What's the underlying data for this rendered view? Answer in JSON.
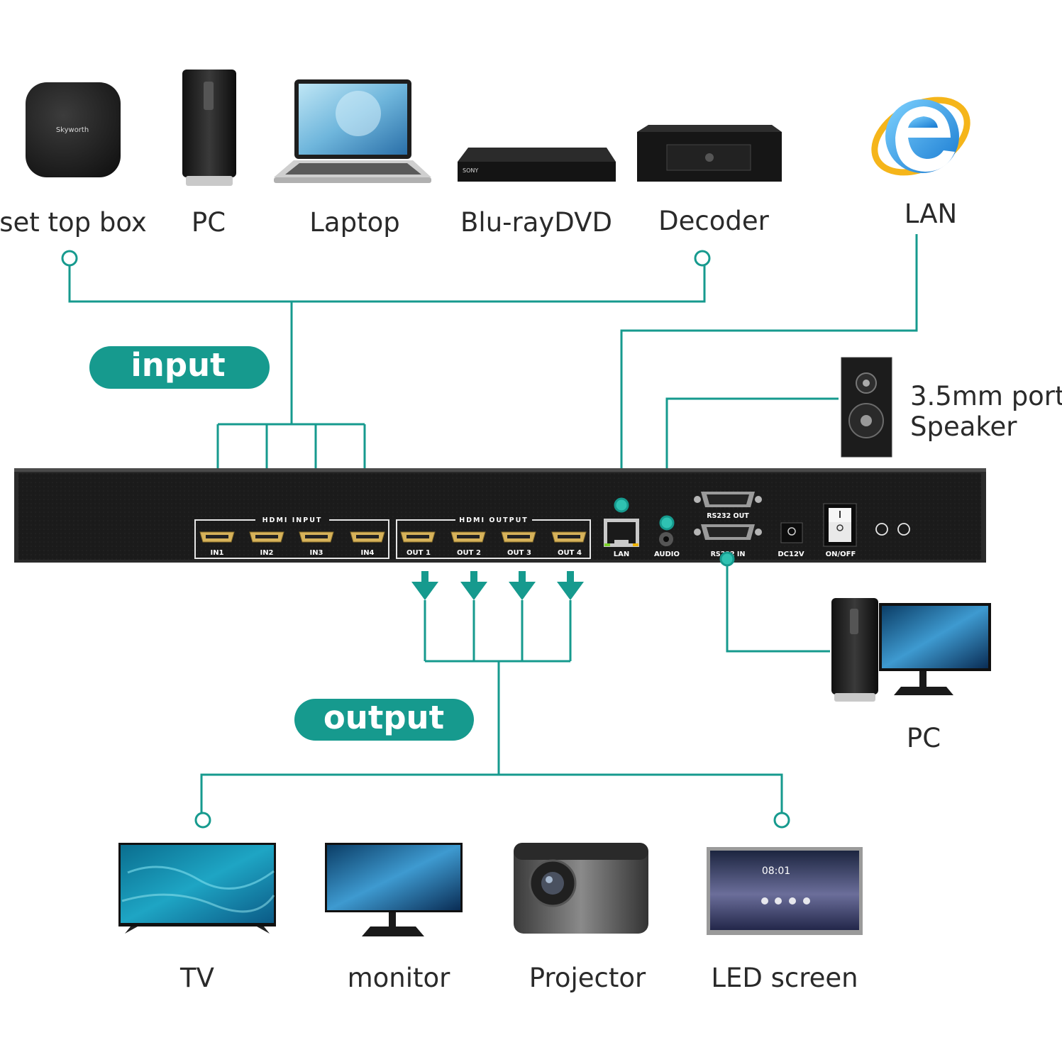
{
  "colors": {
    "accent": "#169a8e",
    "panel": "#1a1a1a",
    "gold": "#d6b25a"
  },
  "inputs": {
    "pill_label": "input",
    "devices": [
      "set top box",
      "PC",
      "Laptop",
      "Blu-rayDVD",
      "Decoder"
    ]
  },
  "outputs": {
    "pill_label": "output",
    "devices": [
      "TV",
      "monitor",
      "Projector",
      "LED screen"
    ]
  },
  "side": {
    "lan": "LAN",
    "speaker": [
      "3.5mm port",
      "Speaker"
    ],
    "pc": "PC"
  },
  "panel": {
    "hdmi_input_label": "HDMI INPUT",
    "hdmi_output_label": "HDMI OUTPUT",
    "in_ports": [
      "IN1",
      "IN2",
      "IN3",
      "IN4"
    ],
    "out_ports": [
      "OUT 1",
      "OUT 2",
      "OUT 3",
      "OUT 4"
    ],
    "lan_port": "LAN",
    "audio_port": "AUDIO",
    "rs232_out": "RS232 OUT",
    "rs232_in": "RS232 IN",
    "dc": "DC12V",
    "power": "ON/OFF"
  },
  "device_text": {
    "stb_brand": "Skyworth",
    "dvd_brand": "SONY",
    "led_time": "08:01"
  },
  "icons": [
    "ie-browser-icon",
    "hdmi-port-icon",
    "rj45-port-icon",
    "db9-port-icon",
    "power-switch-icon"
  ]
}
